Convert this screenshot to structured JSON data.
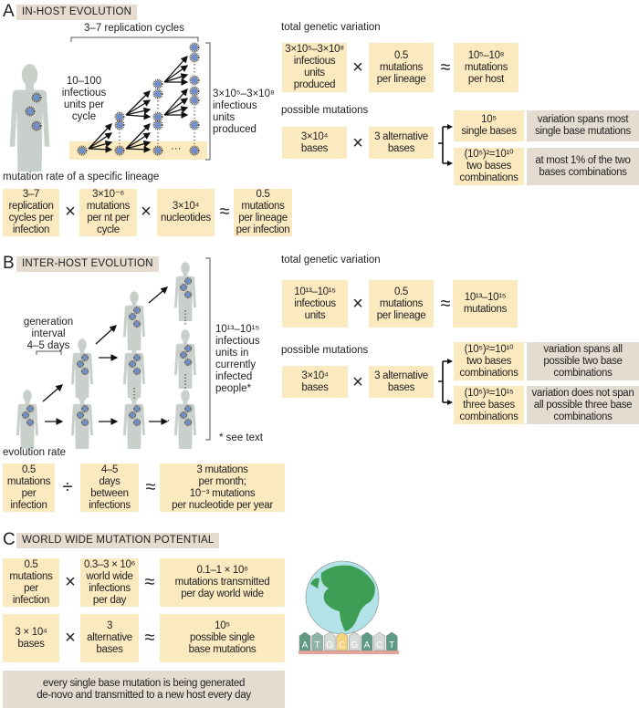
{
  "panelA": {
    "letter": "A",
    "header": "IN-HOST EVOLUTION",
    "cycles_label": "3–7 replication cycles",
    "units_per_cycle": "10–100\ninfectious\nunits per\ncycle",
    "produced": "3×10⁵–3×10⁸\ninfectious\nunits\nproduced",
    "ellipsis": "···",
    "lineage_label": "mutation rate of a specific lineage",
    "lineage_boxes": [
      "3–7\nreplication\ncycles per\ninfection",
      "3×10⁻⁶\nmutations\nper nt per\ncycle",
      "3×10⁴\nnucleotides",
      "0.5\nmutations\nper lineage\nper infection"
    ],
    "total_label": "total genetic variation",
    "total_boxes": [
      "3×10⁵–3×10⁸\ninfectious\nunits\nproduced",
      "0.5\nmutations\nper lineage",
      "10⁵–10⁸\nmutations\nper host"
    ],
    "possible_label": "possible mutations",
    "possible_boxes": [
      "3×10⁴\nbases",
      "3 alternative\nbases"
    ],
    "outcomes": [
      {
        "value": "10⁵\nsingle bases",
        "note": "variation spans most\nsingle base mutations"
      },
      {
        "value": "(10⁵)²=10¹⁰\ntwo bases\ncombinations",
        "note": "at most 1% of the two\nbases combinations"
      }
    ]
  },
  "panelB": {
    "letter": "B",
    "header": "INTER-HOST EVOLUTION",
    "generation": "generation\ninterval\n4–5 days",
    "infected": "10¹³–10¹⁵\ninfectious\nunits in\ncurrently\ninfected\npeople*",
    "see_text": "* see text",
    "ellipsis": "···",
    "evolution_label": "evolution rate",
    "evolution_boxes": [
      "0.5\nmutations\nper\ninfection",
      "4–5\ndays\nbetween\ninfections",
      "3 mutations\nper month;\n10⁻³ mutations\nper nucleotide per year"
    ],
    "total_label": "total genetic variation",
    "total_boxes": [
      "10¹³–10¹⁵\ninfectious\nunits",
      "0.5\nmutations\nper lineage",
      "10¹³–10¹⁵\nmutations"
    ],
    "possible_label": "possible mutations",
    "possible_boxes": [
      "3×10⁴\nbases",
      "3 alternative\nbases"
    ],
    "outcomes": [
      {
        "value": "(10⁵)²=10¹⁰\ntwo bases\ncombinations",
        "note": "variation spans all\npossible two base\ncombinations"
      },
      {
        "value": "(10⁵)³=10¹⁵\nthree bases\ncombinations",
        "note": "variation does not span\nall possible three base\ncombinations"
      }
    ]
  },
  "panelC": {
    "letter": "C",
    "header": "WORLD WIDE MUTATION POTENTIAL",
    "row1": [
      "0.5\nmutations\nper\ninfection",
      "0.3–3 × 10⁶\nworld wide\ninfections\nper day",
      "0.1–1 × 10⁶\nmutations transmitted\nper day world wide"
    ],
    "row2": [
      "3 × 10⁴\nbases",
      "3\nalternative\nbases",
      "10⁵\npossible single\nbase mutations"
    ],
    "conclusion": "every single base mutation is being generated\nde-novo and transmitted to a new host every day",
    "dna_letters": [
      "A",
      "T",
      "G",
      "C",
      "G",
      "A",
      "C",
      "T"
    ]
  },
  "operators": {
    "times": "×",
    "approx": "≈",
    "divide": "÷"
  },
  "colors": {
    "box": "#fbe9c0",
    "note": "#e4dcd0",
    "virus": "#6f8fd0",
    "person": "#c9cfcb",
    "globe_water": "#b3e2e8",
    "globe_land": "#3f9e55"
  }
}
